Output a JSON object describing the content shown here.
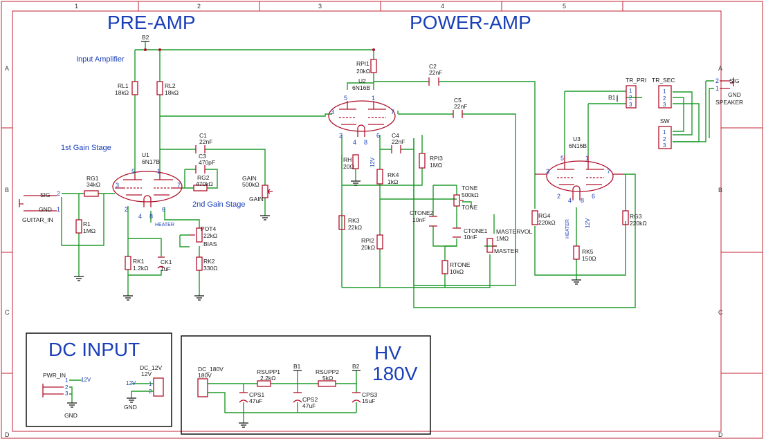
{
  "sections": {
    "preamp": "PRE-AMP",
    "poweramp": "POWER-AMP",
    "dcinput": "DC INPUT",
    "hv1": "HV",
    "hv2": "180V"
  },
  "frame": {
    "cols": [
      "1",
      "2",
      "3",
      "4",
      "5"
    ],
    "rows": [
      "A",
      "B",
      "C",
      "D"
    ]
  },
  "notes": {
    "input_amp": "Input Amplifier",
    "first_stage": "1st Gain Stage",
    "second_stage": "2nd Gain Stage"
  },
  "nets": {
    "b2": "B2",
    "b1": "B1",
    "heater": "HEATER",
    "v12": "12V",
    "gnd": "GND",
    "sig": "SIG",
    "master": "MASTER",
    "gain": "GAIN",
    "tone": "TONE",
    "bias": "BIAS"
  },
  "parts": {
    "rl1": {
      "ref": "RL1",
      "val": "18kΩ"
    },
    "rl2": {
      "ref": "RL2",
      "val": "18kΩ"
    },
    "c1": {
      "ref": "C1",
      "val": "22nF"
    },
    "c3": {
      "ref": "C3",
      "val": "470pF"
    },
    "rg1": {
      "ref": "RG1",
      "val": "34kΩ"
    },
    "rg2": {
      "ref": "RG2",
      "val": "470kΩ"
    },
    "u1": {
      "ref": "U1",
      "val": "6N17B"
    },
    "r1": {
      "ref": "R1",
      "val": "1MΩ"
    },
    "gainpot": {
      "ref": "GAIN",
      "val": "500kΩ"
    },
    "pot4": {
      "ref": "POT4",
      "val": "22kΩ"
    },
    "rk1": {
      "ref": "RK1",
      "val": "1.2kΩ"
    },
    "ck1": {
      "ref": "CK1",
      "val": "1uF"
    },
    "rk2": {
      "ref": "RK2",
      "val": "330Ω"
    },
    "rpi1": {
      "ref": "RPI1",
      "val": "20kΩ"
    },
    "u2": {
      "ref": "U2",
      "val": "6N16B"
    },
    "c2": {
      "ref": "C2",
      "val": "22nF"
    },
    "c5": {
      "ref": "C5",
      "val": "22nF"
    },
    "c4": {
      "ref": "C4",
      "val": "22nF"
    },
    "rh": {
      "ref": "RH",
      "val": "20Ω"
    },
    "rk4": {
      "ref": "RK4",
      "val": "1kΩ"
    },
    "rpi3": {
      "ref": "RPI3",
      "val": "1MΩ"
    },
    "rk3": {
      "ref": "RK3",
      "val": "22kΩ"
    },
    "rpi2": {
      "ref": "RPI2",
      "val": "20kΩ"
    },
    "tonepot": {
      "ref": "TONE",
      "val": "500kΩ"
    },
    "ctone2": {
      "ref": "CTONE2",
      "val": "10nF"
    },
    "ctone1": {
      "ref": "CTONE1",
      "val": "10nF"
    },
    "rtone": {
      "ref": "RTONE",
      "val": "10kΩ"
    },
    "mastervol": {
      "ref": "MASTERVOL",
      "val": "1MΩ"
    },
    "u3": {
      "ref": "U3",
      "val": "6N16B"
    },
    "rg4": {
      "ref": "RG4",
      "val": "220kΩ"
    },
    "rg3": {
      "ref": "RG3",
      "val": "220kΩ"
    },
    "rk5": {
      "ref": "RK5",
      "val": "150Ω"
    },
    "trpri": {
      "ref": "TR_PRI"
    },
    "trsec": {
      "ref": "TR_SEC"
    },
    "sw": {
      "ref": "SW"
    },
    "speaker": {
      "ref": "SPEAKER"
    },
    "guitar": {
      "ref": "GUITAR_IN"
    },
    "pwrin": {
      "ref": "PWR_IN"
    },
    "dc12": {
      "ref": "DC_12V",
      "val": "12V"
    },
    "dc180": {
      "ref": "DC_180V",
      "val": "180V"
    },
    "rsupp1": {
      "ref": "RSUPP1",
      "val": "2.2kΩ"
    },
    "rsupp2": {
      "ref": "RSUPP2",
      "val": "5kΩ"
    },
    "cps1": {
      "ref": "CPS1",
      "val": "47uF"
    },
    "cps2": {
      "ref": "CPS2",
      "val": "47uF"
    },
    "cps3": {
      "ref": "CPS3",
      "val": "15uF"
    }
  },
  "colors": {
    "wire": "#1f9a2a",
    "part": "#b0102a",
    "label": "#1a3fb8"
  }
}
